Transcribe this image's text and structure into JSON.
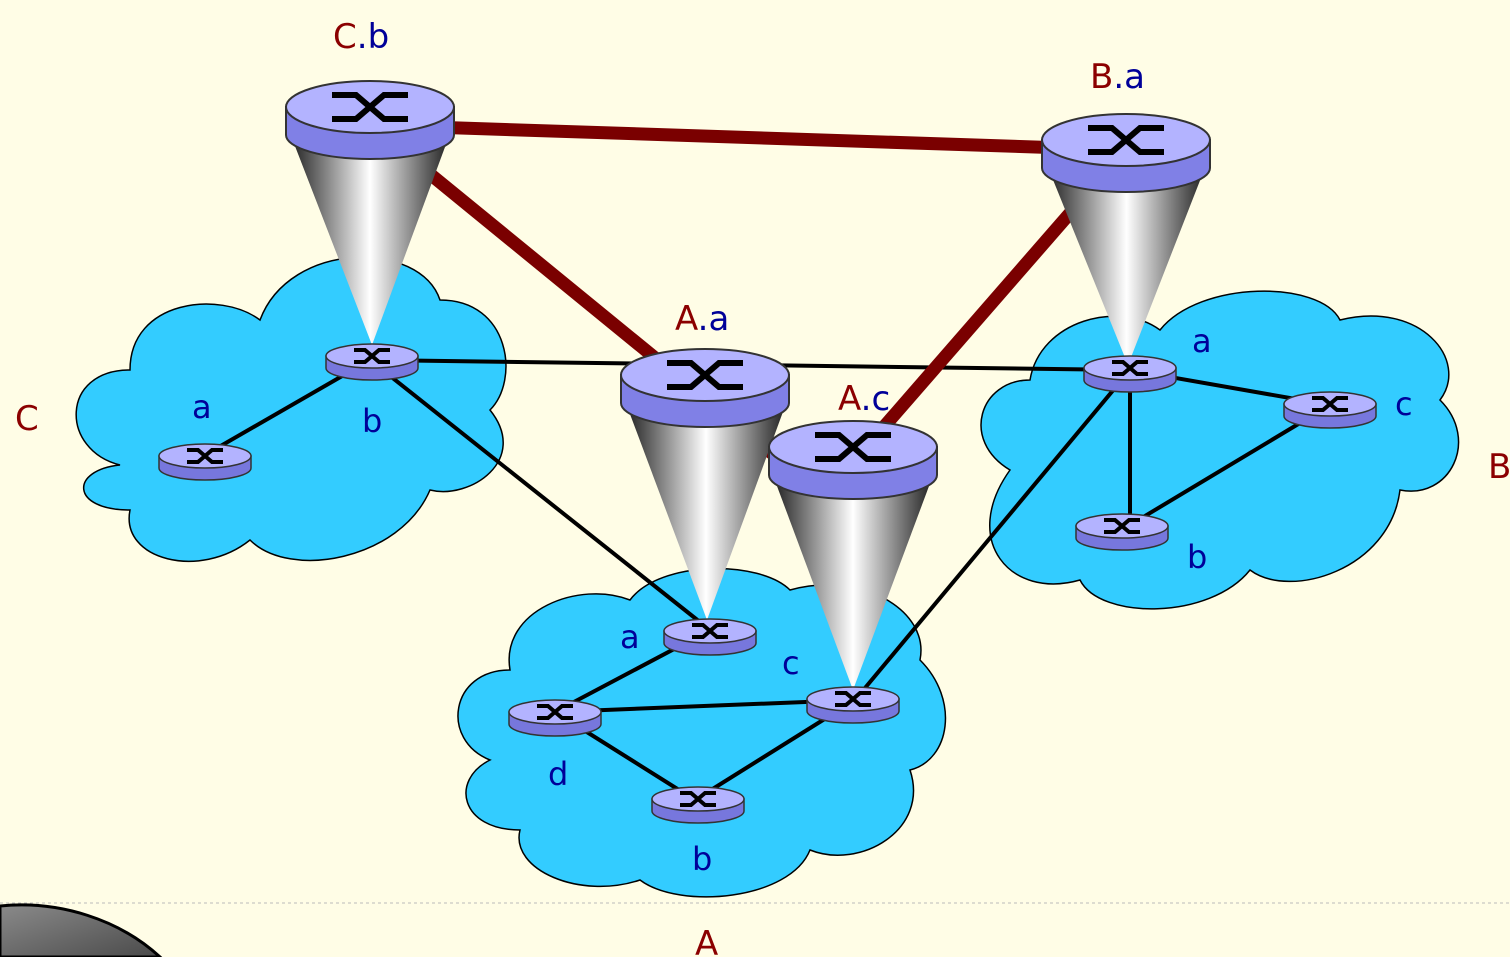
{
  "colors": {
    "background": "#fffde6",
    "cloud_fill": "#33ccff",
    "router_fill": "#9999ff",
    "inter_as_link": "#7a0000",
    "intra_as_link": "#000000",
    "as_name_color": "#8b0000",
    "router_id_color": "#000099"
  },
  "as_labels": {
    "C": "C",
    "B": "B",
    "A": "A"
  },
  "gateway_labels": {
    "cb": {
      "as": "C",
      "dot": ".",
      "router": "b"
    },
    "ba": {
      "as": "B",
      "dot": ".",
      "router": "a"
    },
    "aa": {
      "as": "A",
      "dot": ".",
      "router": "a"
    },
    "ac": {
      "as": "A",
      "dot": ".",
      "router": "c"
    }
  },
  "router_labels": {
    "C": {
      "a": "a",
      "b": "b"
    },
    "B": {
      "a": "a",
      "b": "b",
      "c": "c"
    },
    "A": {
      "a": "a",
      "b": "b",
      "c": "c",
      "d": "d"
    }
  },
  "icons": [
    "router-icon",
    "cloud-icon",
    "cone-icon"
  ]
}
